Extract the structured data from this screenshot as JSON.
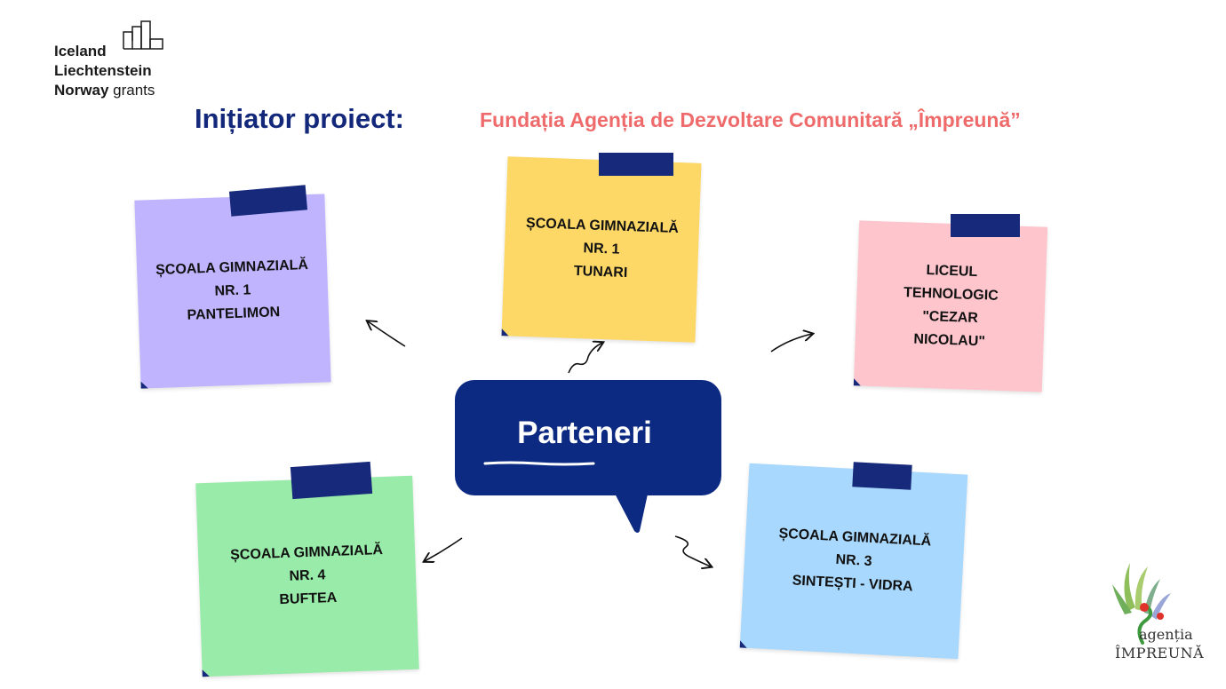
{
  "logo": {
    "line1": "Iceland",
    "line2": "Liechtenstein",
    "line3_bold": "Norway",
    "line3_light": "grants"
  },
  "initiator": {
    "label": "Inițiator proiect:",
    "name": "Fundația Agenția de Dezvoltare Comunitară „Împreună”"
  },
  "center": {
    "label": "Parteneri"
  },
  "partners": [
    {
      "text": "ȘCOALA GIMNAZIALĂ\nNR. 1\nPANTELIMON",
      "color": "#c0b4ff"
    },
    {
      "text": "ȘCOALA GIMNAZIALĂ\nNR. 1\nTUNARI",
      "color": "#fdd866"
    },
    {
      "text": "LICEUL\nTEHNOLOGIC\n\"CEZAR\nNICOLAU\"",
      "color": "#fec6cc"
    },
    {
      "text": "ȘCOALA GIMNAZIALĂ\nNR. 4\nBUFTEA",
      "color": "#98eba8"
    },
    {
      "text": "ȘCOALA GIMNAZIALĂ\nNR. 3\nSINTEȘTI - VIDRA",
      "color": "#a8d8fd"
    }
  ],
  "footer_logo": {
    "word": "agenția",
    "name": "ÎMPREUNĂ"
  }
}
